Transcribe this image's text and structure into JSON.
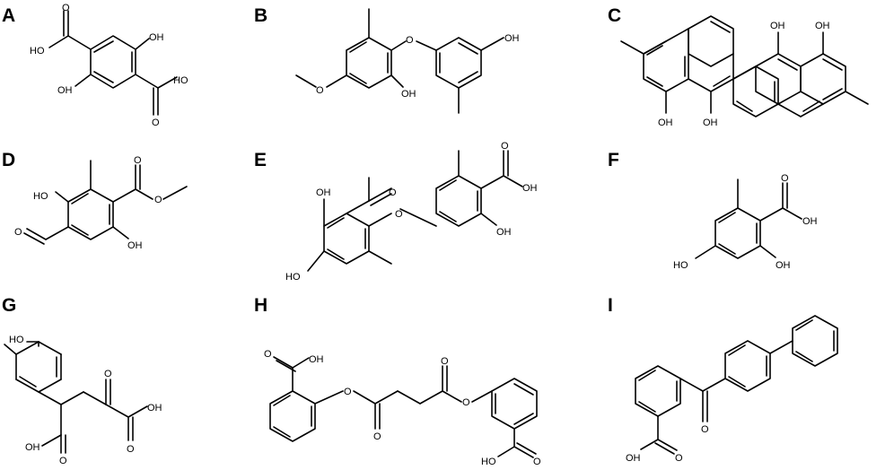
{
  "panels": [
    {
      "letter": "A",
      "atoms": {
        "a1": "HO",
        "a2": "OH",
        "a3": "OH",
        "a4": "O",
        "a5": "O",
        "a6": "HO"
      }
    },
    {
      "letter": "B",
      "atoms": {
        "a1": "O",
        "a2": "O",
        "a3": "OH",
        "a4": "OH"
      }
    },
    {
      "letter": "C",
      "atoms": {
        "a1": "OH",
        "a2": "OH",
        "a3": "OH",
        "a4": "OH"
      }
    },
    {
      "letter": "D",
      "atoms": {
        "a1": "HO",
        "a2": "O",
        "a3": "O",
        "a4": "O",
        "a5": "OH"
      }
    },
    {
      "letter": "E",
      "atoms": {
        "a1": "OH",
        "a2": "O",
        "a3": "O",
        "a4": "O",
        "a5": "OH",
        "a6": "OH",
        "a7": "HO"
      }
    },
    {
      "letter": "F",
      "atoms": {
        "a1": "O",
        "a2": "OH",
        "a3": "HO",
        "a4": "OH"
      }
    },
    {
      "letter": "G",
      "atoms": {
        "a1": "HO",
        "a2": "O",
        "a3": "OH",
        "a4": "O",
        "a5": "O",
        "a6": "OH"
      }
    },
    {
      "letter": "H",
      "atoms": {
        "a1": "O",
        "a2": "OH",
        "a3": "O",
        "a4": "O",
        "a5": "O",
        "a6": "O",
        "a7": "O",
        "a8": "HO"
      }
    },
    {
      "letter": "I",
      "atoms": {
        "a1": "O",
        "a2": "O",
        "a3": "OH"
      }
    }
  ]
}
